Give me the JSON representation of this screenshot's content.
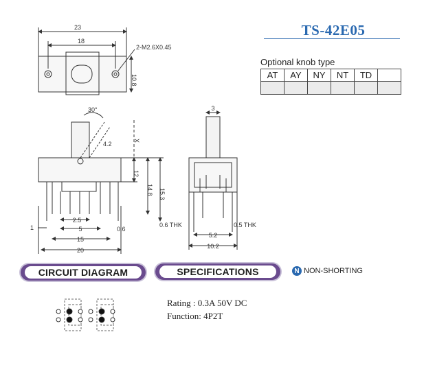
{
  "title": "TS-42E05",
  "knob": {
    "caption": "Optional knob type",
    "types": [
      "AT",
      "AY",
      "NY",
      "NT",
      "TD",
      ""
    ]
  },
  "dims": {
    "width_23": "23",
    "width_18": "18",
    "hole": "2-M2.6X0.45",
    "height_10_8": "10.8",
    "angle": "30°",
    "lever_4_2": "4.2",
    "x_label": "X",
    "h_12": "12",
    "h_14_8": "14.8",
    "h_15_3": "15.3",
    "d_1": "1",
    "d_2_5": "2.5",
    "d_5": "5",
    "d_0_6": "0.6",
    "d_15": "15",
    "d_20": "20",
    "top_3": "3",
    "thk_left": "0.6 THK",
    "thk_right": "0.5 THK",
    "d_5_2": "5.2",
    "d_10_2": "10.2"
  },
  "sections": {
    "circuit": "CIRCUIT DIAGRAM",
    "specs": "SPECIFICATIONS",
    "non_shorting": "NON-SHORTING",
    "ns_badge": "N"
  },
  "specs": {
    "rating": "Rating : 0.3A 50V DC",
    "function": "Function: 4P2T"
  }
}
